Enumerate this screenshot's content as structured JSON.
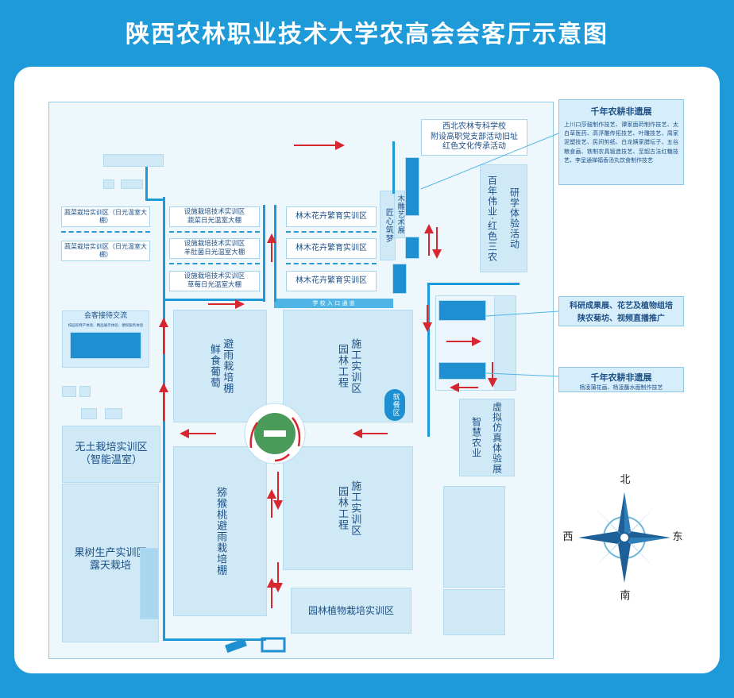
{
  "title": "陕西农林职业技术大学农高会会客厅示意图",
  "labels": {
    "veg_solar_1": "蔬菜栽培实训区（日光温室大棚）",
    "veg_solar_2": "蔬菜栽培实训区（日光温室大棚）",
    "facility_1": "设施栽培技术实训区\n蔬菜日光温室大棚",
    "facility_2": "设施栽培技术实训区\n羊肚菌日光温室大棚",
    "facility_3": "设施栽培技术实训区\n草莓日光温室大棚",
    "forest_1": "林木花卉繁育实训区",
    "forest_2": "林木花卉繁育实训区",
    "forest_3": "林木花卉繁育实训区",
    "reception": "会客接待交流",
    "reception_sub": "校园农特产体验、精品展示体验、便民服务体验",
    "grape": "避雨栽培棚\n鲜食葡萄",
    "garden_1": "施工实训区\n园林工程",
    "dining": "就餐区",
    "soilless": "无土栽培实训区\n（智能温室）",
    "orchard": "果树生产实训区\n露天栽培",
    "kiwi": "猕猴桃避雨栽培棚",
    "garden_2": "施工实训区\n园林工程",
    "garden_plant": "园林植物栽培实训区",
    "northwest_school": "西北农林专科学校\n附设高职党支部活动旧址\n红色文化传承活动",
    "craft": "匠心筑梦",
    "woodcarving": "木雕艺术展",
    "hundred_years": "百年伟业·红色三农",
    "study": "研学体验活动",
    "vr": "虚拟仿真体验展",
    "smart_ag": "智慧农业",
    "school_road": "学 校 入 口 通 道"
  },
  "cards": {
    "heritage_1": {
      "title": "千年农耕非遗展",
      "body": "上川口莎鼓制作技艺、谭家面莳制作技艺、太白草医药、高浮雕传拓技艺、叶雕技艺、周家泥塑技艺、民间剪纸、白龙姨家腊坛子、五谷粮食画、铁制农具锻造技艺、至韶古法红糖技艺、李呈通禅福香汤丸饮食制作技艺"
    },
    "research": {
      "title": "科研成果展、花艺及植物组培\n陕农菊坊、视频直播推广"
    },
    "heritage_2": {
      "title": "千年农耕非遗展",
      "body": "杨凌蒲花画、杨凌蘸水面制作技艺"
    }
  },
  "compass": {
    "north": "北",
    "south": "南",
    "east": "东",
    "west": "西"
  },
  "colors": {
    "background": "#1e9ad8",
    "road": "#1e9ad8",
    "block": "#cfe9f7",
    "text": "#1d4f86",
    "arrow": "#d6262f",
    "roundabout": "#4a9a5a"
  }
}
